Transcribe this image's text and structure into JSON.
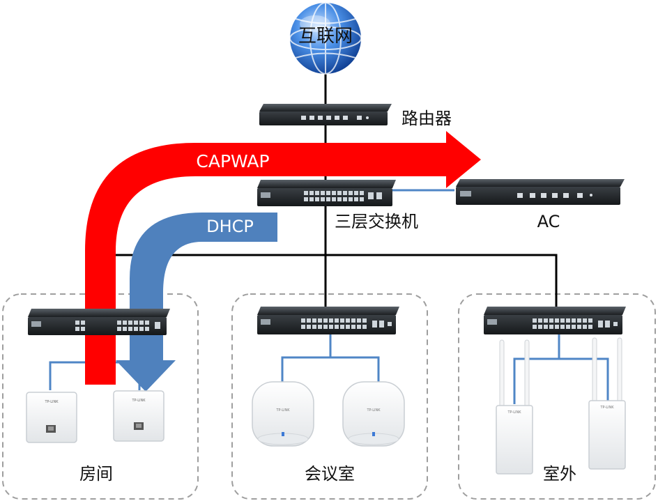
{
  "labels": {
    "internet": "互联网",
    "router": "路由器",
    "core_switch": "三层交换机",
    "ac": "AC",
    "room": "房间",
    "meeting_room": "会议室",
    "outdoor": "室外"
  },
  "flows": {
    "capwap": "CAPWAP",
    "dhcp": "DHCP"
  },
  "device_badges": {
    "brand": "TP-LINK"
  },
  "colors": {
    "capwap_arrow": "#ff0000",
    "dhcp_arrow": "#4f81bd",
    "link_blue": "#4f86c6",
    "link_black": "#000000",
    "zone_border": "#9e9e9e",
    "device_dark": "#2b2f33",
    "globe": "#1f63c8"
  },
  "icons": [
    "globe-icon",
    "router-icon",
    "switch-icon",
    "ac-controller-icon",
    "panel-ap-icon",
    "ceiling-ap-icon",
    "outdoor-ap-icon"
  ]
}
